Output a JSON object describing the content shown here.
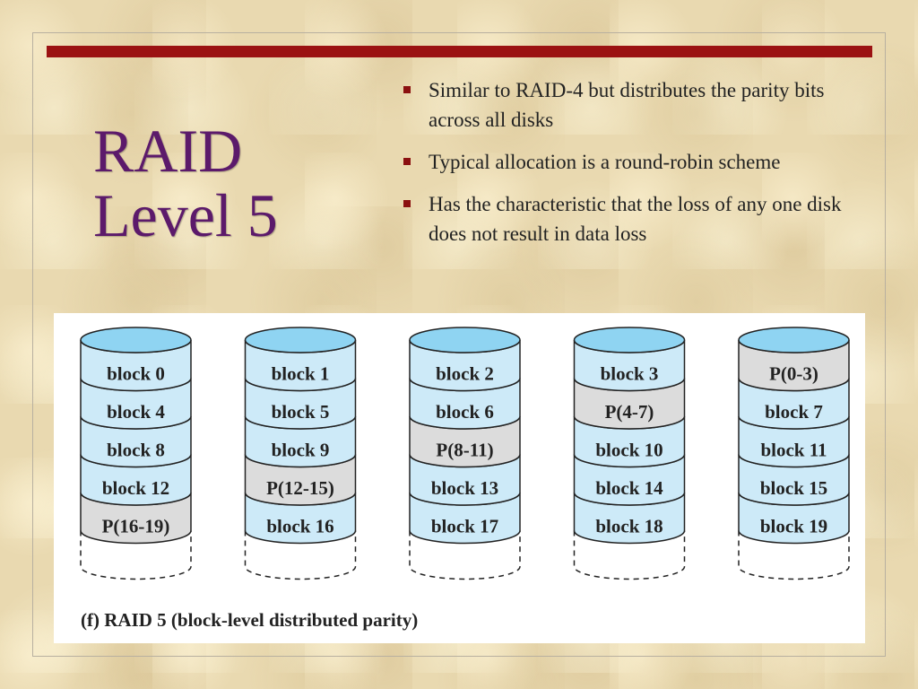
{
  "slide": {
    "title_line1": "RAID",
    "title_line2": "Level 5",
    "bullets": [
      "Similar to RAID-4 but distributes the parity bits across all disks",
      "Typical allocation is a round-robin scheme",
      "Has the characteristic that the loss of any one disk does not result in data loss"
    ]
  },
  "figure": {
    "caption": "(f) RAID 5 (block-level distributed parity)",
    "disks": [
      {
        "blocks": [
          {
            "label": "block 0",
            "parity": false
          },
          {
            "label": "block 4",
            "parity": false
          },
          {
            "label": "block 8",
            "parity": false
          },
          {
            "label": "block 12",
            "parity": false
          },
          {
            "label": "P(16-19)",
            "parity": true
          }
        ]
      },
      {
        "blocks": [
          {
            "label": "block 1",
            "parity": false
          },
          {
            "label": "block 5",
            "parity": false
          },
          {
            "label": "block 9",
            "parity": false
          },
          {
            "label": "P(12-15)",
            "parity": true
          },
          {
            "label": "block 16",
            "parity": false
          }
        ]
      },
      {
        "blocks": [
          {
            "label": "block 2",
            "parity": false
          },
          {
            "label": "block 6",
            "parity": false
          },
          {
            "label": "P(8-11)",
            "parity": true
          },
          {
            "label": "block 13",
            "parity": false
          },
          {
            "label": "block 17",
            "parity": false
          }
        ]
      },
      {
        "blocks": [
          {
            "label": "block 3",
            "parity": false
          },
          {
            "label": "P(4-7)",
            "parity": true
          },
          {
            "label": "block 10",
            "parity": false
          },
          {
            "label": "block 14",
            "parity": false
          },
          {
            "label": "block 18",
            "parity": false
          }
        ]
      },
      {
        "blocks": [
          {
            "label": "P(0-3)",
            "parity": true
          },
          {
            "label": "block 7",
            "parity": false
          },
          {
            "label": "block 11",
            "parity": false
          },
          {
            "label": "block 15",
            "parity": false
          },
          {
            "label": "block 19",
            "parity": false
          }
        ]
      }
    ]
  },
  "colors": {
    "accent_bar": "#9b1212",
    "title": "#5c1a6b",
    "data_block": "#cdeaf8",
    "parity_block": "#dcdcdc",
    "disk_top": "#8fd4f2"
  }
}
